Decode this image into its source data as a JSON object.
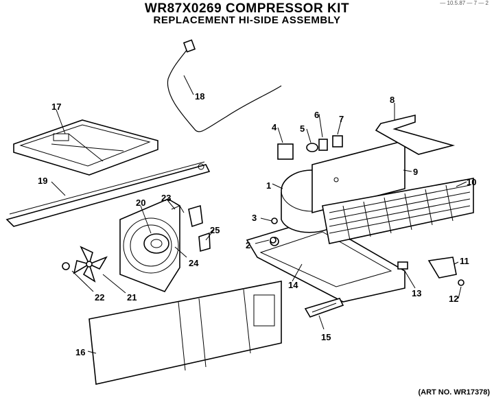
{
  "header": {
    "title": "WR87X0269 COMPRESSOR KIT",
    "subtitle": "REPLACEMENT HI-SIDE ASSEMBLY",
    "top_right_note": "— 10.5.87 — 7 — 2"
  },
  "footer": {
    "art_number": "(ART NO. WR17378)"
  },
  "callouts": [
    {
      "id": "1",
      "label": "1"
    },
    {
      "id": "2",
      "label": "2"
    },
    {
      "id": "3",
      "label": "3"
    },
    {
      "id": "4",
      "label": "4"
    },
    {
      "id": "5",
      "label": "5"
    },
    {
      "id": "6",
      "label": "6"
    },
    {
      "id": "7",
      "label": "7"
    },
    {
      "id": "8",
      "label": "8"
    },
    {
      "id": "9",
      "label": "9"
    },
    {
      "id": "10",
      "label": "10"
    },
    {
      "id": "11",
      "label": "11"
    },
    {
      "id": "12",
      "label": "12"
    },
    {
      "id": "13",
      "label": "13"
    },
    {
      "id": "14",
      "label": "14"
    },
    {
      "id": "15",
      "label": "15"
    },
    {
      "id": "16",
      "label": "16"
    },
    {
      "id": "17",
      "label": "17"
    },
    {
      "id": "18",
      "label": "18"
    },
    {
      "id": "19",
      "label": "19"
    },
    {
      "id": "20",
      "label": "20"
    },
    {
      "id": "21",
      "label": "21"
    },
    {
      "id": "22",
      "label": "22"
    },
    {
      "id": "23",
      "label": "23"
    },
    {
      "id": "24",
      "label": "24"
    },
    {
      "id": "25",
      "label": "25"
    }
  ]
}
